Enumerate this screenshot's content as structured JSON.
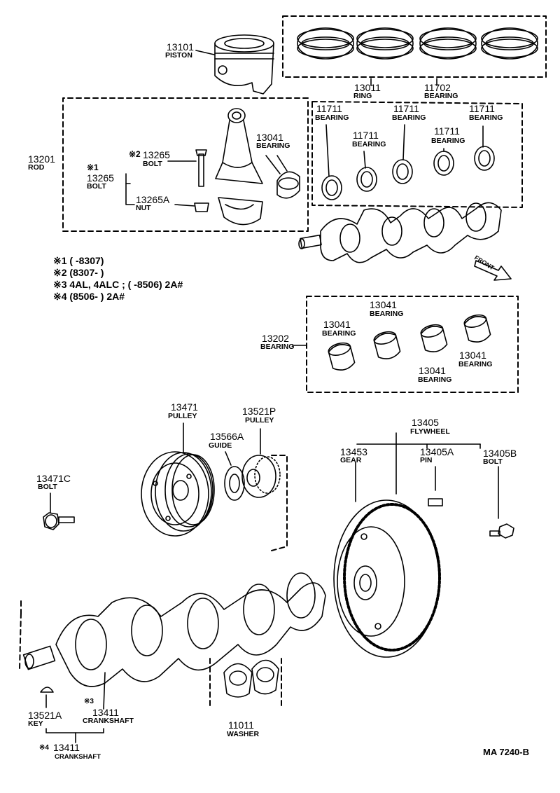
{
  "notes": [
    {
      "mark": "※1",
      "text": "(        -8307)"
    },
    {
      "mark": "※2",
      "text": "(8307-        )"
    },
    {
      "mark": "※3",
      "text": "4AL, 4ALC ; (        -8506) 2A#"
    },
    {
      "mark": "※4",
      "text": "(8506-        ) 2A#"
    }
  ],
  "markers": {
    "m1": "※1",
    "m2": "※2",
    "m3": "※3",
    "m4": "※4"
  },
  "parts": {
    "piston": {
      "num": "13101",
      "name": "PISTON"
    },
    "ring": {
      "num": "13011",
      "name": "RING"
    },
    "bearing_main": {
      "num": "11702",
      "name": "BEARING"
    },
    "rod": {
      "num": "13201",
      "name": "ROD"
    },
    "rod_bolt_2": {
      "num": "13265",
      "name": "BOLT"
    },
    "rod_bolt_1": {
      "num": "13265",
      "name": "BOLT"
    },
    "rod_nut": {
      "num": "13265A",
      "name": "NUT"
    },
    "rod_bearing": {
      "num": "13041",
      "name": "BEARING"
    },
    "mb1": {
      "num": "11711",
      "name": "BEARING"
    },
    "mb2": {
      "num": "11711",
      "name": "BEARING"
    },
    "mb3": {
      "num": "11711",
      "name": "BEARING"
    },
    "mb4": {
      "num": "11711",
      "name": "BEARING"
    },
    "mb5": {
      "num": "11711",
      "name": "BEARING"
    },
    "bearing_set": {
      "num": "13202",
      "name": "BEARING"
    },
    "cb1": {
      "num": "13041",
      "name": "BEARING"
    },
    "cb2": {
      "num": "13041",
      "name": "BEARING"
    },
    "cb3": {
      "num": "13041",
      "name": "BEARING"
    },
    "cb4": {
      "num": "13041",
      "name": "BEARING"
    },
    "pulley": {
      "num": "13471",
      "name": "PULLEY"
    },
    "pulley_p": {
      "num": "13521P",
      "name": "PULLEY"
    },
    "guide": {
      "num": "13566A",
      "name": "GUIDE"
    },
    "pulley_bolt": {
      "num": "13471C",
      "name": "BOLT"
    },
    "flywheel": {
      "num": "13405",
      "name": "FLYWHEEL"
    },
    "gear": {
      "num": "13453",
      "name": "GEAR"
    },
    "pin": {
      "num": "13405A",
      "name": "PIN"
    },
    "fw_bolt": {
      "num": "13405B",
      "name": "BOLT"
    },
    "key": {
      "num": "13521A",
      "name": "KEY"
    },
    "crank_3": {
      "num": "13411",
      "name": "CRANKSHAFT"
    },
    "crank_4": {
      "num": "13411",
      "name": "CRANKSHAFT"
    },
    "washer": {
      "num": "11011",
      "name": "WASHER"
    }
  },
  "front_label": "FRONT",
  "doc_id": "MA 7240-B"
}
